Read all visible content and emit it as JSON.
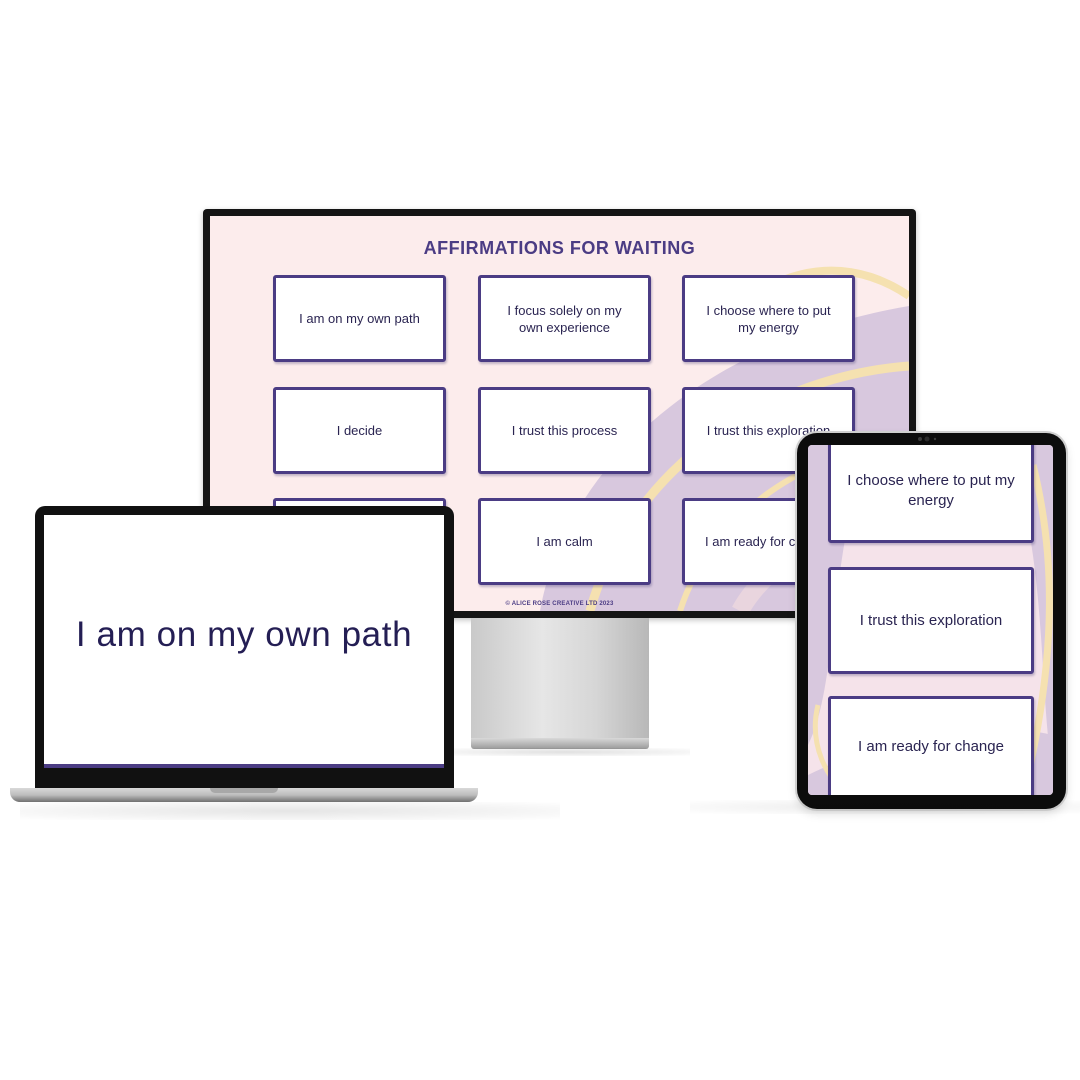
{
  "monitor": {
    "title": "AFFIRMATIONS FOR WAITING",
    "cards": [
      "I am on my own path",
      "I focus solely on my own experience",
      "I choose where to put my energy",
      "I decide",
      "I trust this process",
      "I trust this exploration",
      "",
      "I am calm",
      "I am ready for c"
    ],
    "footer": "© ALICE ROSE CREATIVE LTD 2023"
  },
  "laptop": {
    "text": "I am on my own path"
  },
  "tablet": {
    "cards": [
      "I choose where to put my energy",
      "I trust this exploration",
      "I am ready for change"
    ]
  },
  "colors": {
    "accent": "#4b3c84",
    "text": "#2a2451",
    "background_pink": "#fcecec",
    "swirl_lavender": "#d8c8de",
    "swirl_yellow": "#f5e1b0"
  }
}
